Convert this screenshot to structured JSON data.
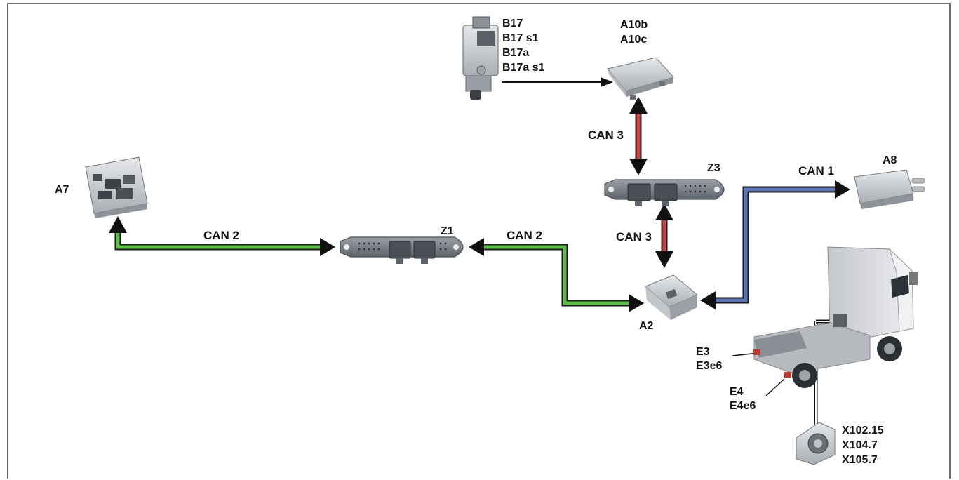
{
  "colors": {
    "can1": "#5b74b8",
    "can2": "#5fbf4a",
    "can3": "#d04040",
    "outline": "#1a1a1a",
    "component": "#c9cdd2"
  },
  "components": {
    "a7": "A7",
    "z1": "Z1",
    "z3": "Z3",
    "a2": "A2",
    "a8": "A8",
    "a10": [
      "A10b",
      "A10c"
    ],
    "b17": [
      "B17",
      "B17 s1",
      "B17a",
      "B17a s1"
    ],
    "e3": [
      "E3",
      "E3e6"
    ],
    "e4": [
      "E4",
      "E4e6"
    ],
    "x": [
      "X102.15",
      "X104.7",
      "X105.7"
    ]
  },
  "buses": {
    "can2_a7_z1": "CAN 2",
    "can2_z1_a2": "CAN 2",
    "can3_a10_z3": "CAN 3",
    "can3_z3_a2": "CAN 3",
    "can1_a2_a8": "CAN 1"
  }
}
